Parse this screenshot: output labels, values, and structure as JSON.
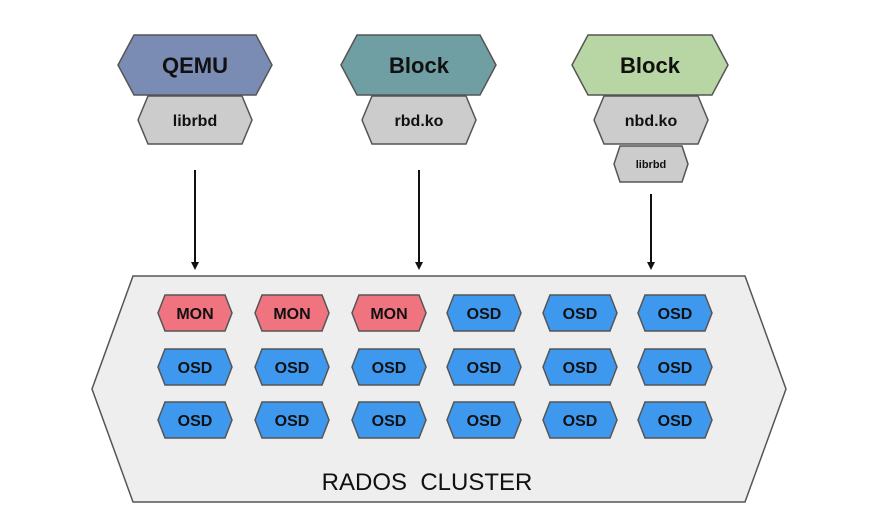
{
  "clients": [
    {
      "title": "QEMU",
      "title_color": "#7a8cb4",
      "drivers": [
        "librbd"
      ]
    },
    {
      "title": "Block",
      "title_color": "#6f9ea3",
      "drivers": [
        "rbd.ko"
      ]
    },
    {
      "title": "Block",
      "title_color": "#b7d6a3",
      "drivers": [
        "nbd.ko",
        "librbd"
      ]
    }
  ],
  "cluster": {
    "label": "RADOS  CLUSTER",
    "fill": "#eeeeee",
    "rows": [
      [
        "MON",
        "MON",
        "MON",
        "OSD",
        "OSD",
        "OSD"
      ],
      [
        "OSD",
        "OSD",
        "OSD",
        "OSD",
        "OSD",
        "OSD"
      ],
      [
        "OSD",
        "OSD",
        "OSD",
        "OSD",
        "OSD",
        "OSD"
      ]
    ]
  },
  "colors": {
    "driver": "#cccccc",
    "MON": "#f07480",
    "OSD": "#3d98ee",
    "stroke": "#555555",
    "arrow": "#111111"
  }
}
